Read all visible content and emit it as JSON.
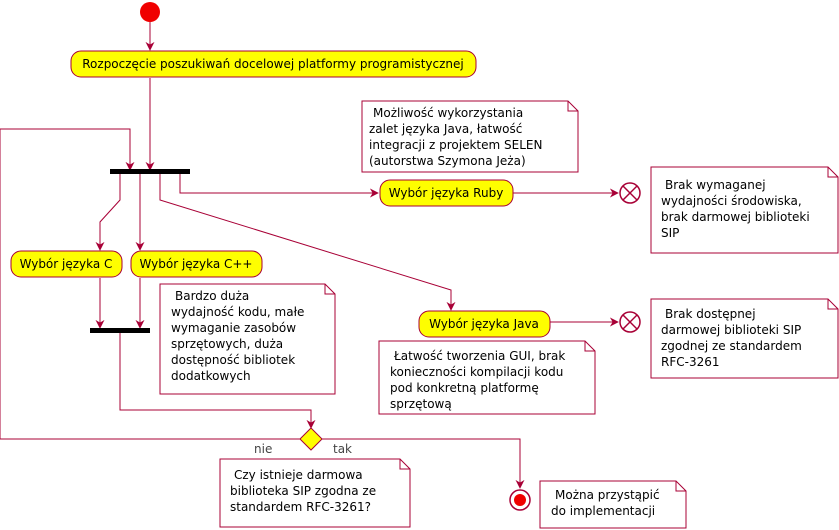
{
  "colors": {
    "line": "#A80036",
    "activity_fill": "#FEFE00",
    "note_fill": "#FFFFFF",
    "bar": "#000000",
    "start_fill": "#F00000",
    "end_ring": "#A80036",
    "decision_fill": "#FEFE00"
  },
  "activities": {
    "start_search": "Rozpoczęcie poszukiwań docelowej platformy programistycznej",
    "ruby": "Wybór języka Ruby",
    "c": "Wybór języka C",
    "cpp": "Wybór języka C++",
    "java": "Wybór języka Java"
  },
  "notes": {
    "ruby_pro": [
      "Możliwość wykorzystania",
      "zalet języka Java, łatwość",
      "integracji z projektem SELEN",
      "(autorstwa Szymona Jeża)"
    ],
    "ruby_con": [
      "Brak wymaganej",
      "wydajności środowiska,",
      "brak darmowej biblioteki",
      "SIP"
    ],
    "c_pro": [
      "Bardzo duża",
      "wydajność kodu, małe",
      "wymaganie zasobów",
      "sprzętowych, duża",
      "dostępność bibliotek",
      "dodatkowych"
    ],
    "java_con": [
      "Brak dostępnej",
      "darmowej biblioteki SIP",
      "zgodnej ze standardem",
      "RFC-3261"
    ],
    "java_pro": [
      "Łatwość tworzenia GUI, brak",
      "konieczności kompilacji kodu",
      "pod konkretną platformę",
      "sprzętową"
    ],
    "decision_q": [
      "Czy istnieje darmowa",
      "biblioteka SIP zgodna ze",
      "standardem RFC-3261?"
    ],
    "final": [
      "Można przystąpić",
      "do implementacji"
    ]
  },
  "guards": {
    "no": "nie",
    "yes": "tak"
  }
}
